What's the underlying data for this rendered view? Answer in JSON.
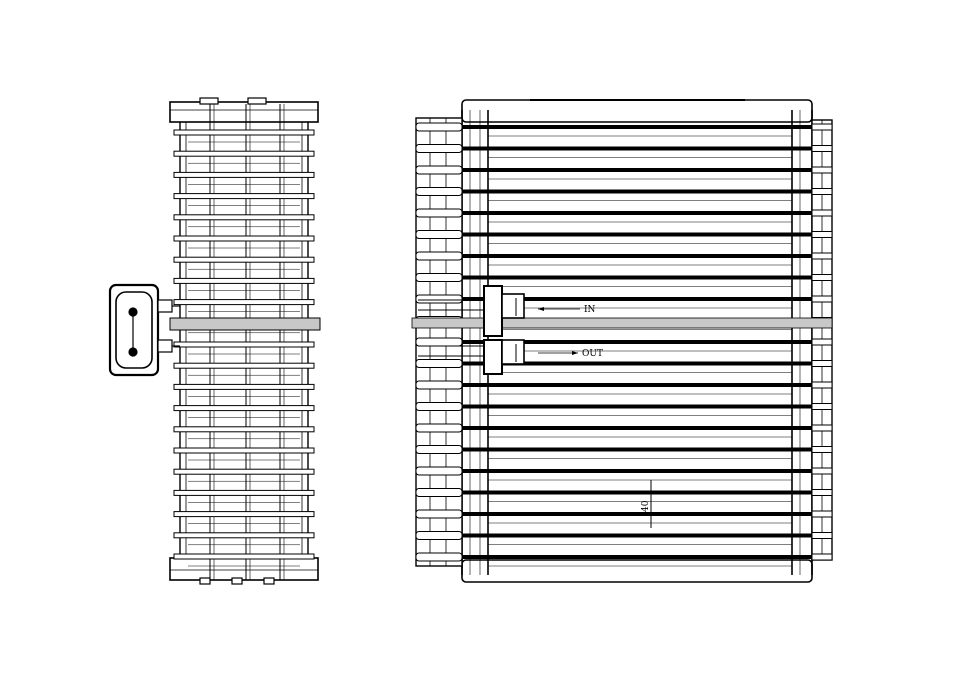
{
  "diagram": {
    "in_label": "IN",
    "out_label": "OUT",
    "dimension_label": "40"
  },
  "colors": {
    "ink": "#000000",
    "tube_gray": "#c8c8c8",
    "background": "#ffffff"
  }
}
